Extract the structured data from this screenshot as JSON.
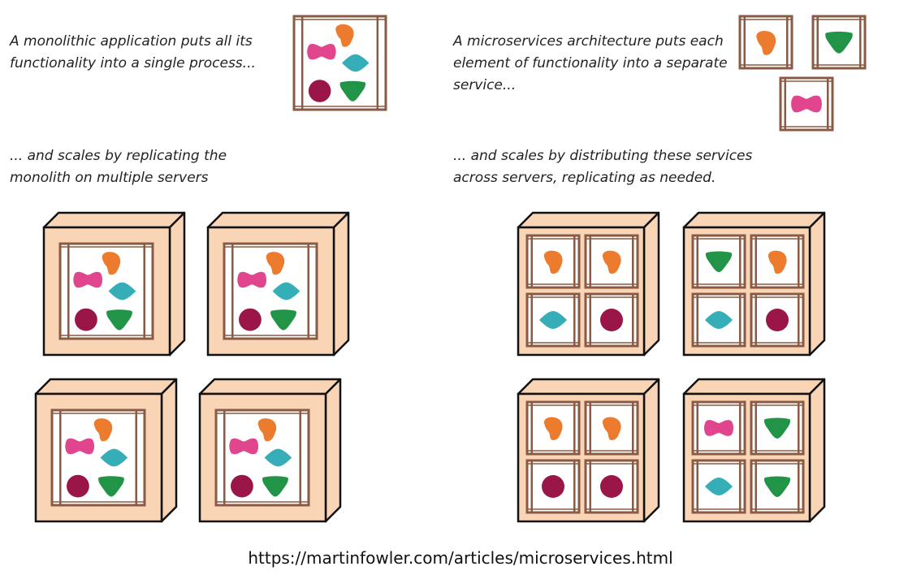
{
  "captions": {
    "monolith_intro": "A monolithic application puts all its functionality into a single process...",
    "monolith_scaling": "... and scales by replicating the monolith on multiple servers",
    "microservices_intro": "A microservices architecture puts each element of functionality into a separate service...",
    "microservices_scaling": "... and scales by distributing these services across servers, replicating as needed."
  },
  "source_url": "https://martinfowler.com/articles/microservices.html",
  "colors": {
    "frame": "#8a5a44",
    "server_fill": "#f9d5b6",
    "outline": "#111111",
    "pink_blob": "#e0458e",
    "orange_blob": "#ec7b2e",
    "teal_diamond": "#35aeb8",
    "crimson_circle": "#9a1548",
    "green_triangle": "#229447"
  },
  "service_types": [
    "pink-blob",
    "orange-blob",
    "teal-diamond",
    "crimson-circle",
    "green-triangle"
  ],
  "monolith_servers_count": 4,
  "microservice_servers": [
    [
      "orange-blob",
      "orange-blob",
      "teal-diamond",
      "crimson-circle"
    ],
    [
      "green-triangle",
      "orange-blob",
      "teal-diamond",
      "crimson-circle"
    ],
    [
      "orange-blob",
      "orange-blob",
      "crimson-circle",
      "crimson-circle"
    ],
    [
      "pink-blob",
      "green-triangle",
      "teal-diamond",
      "green-triangle"
    ]
  ],
  "standalone_services": [
    "orange-blob",
    "green-triangle",
    "pink-blob"
  ]
}
